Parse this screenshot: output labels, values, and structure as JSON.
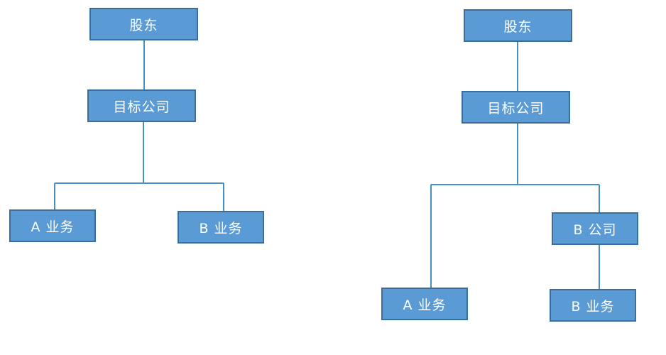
{
  "left_diagram": {
    "shareholder": "股东",
    "target_company": "目标公司",
    "business_a": "A 业务",
    "business_b": "B 业务"
  },
  "right_diagram": {
    "shareholder": "股东",
    "target_company": "目标公司",
    "company_b": "B 公司",
    "business_a": "A 业务",
    "business_b": "B 业务"
  },
  "colors": {
    "node_fill": "#5b9bd5",
    "node_border": "#3b6e98",
    "connector": "#4a8fc2",
    "text": "#ffffff"
  }
}
